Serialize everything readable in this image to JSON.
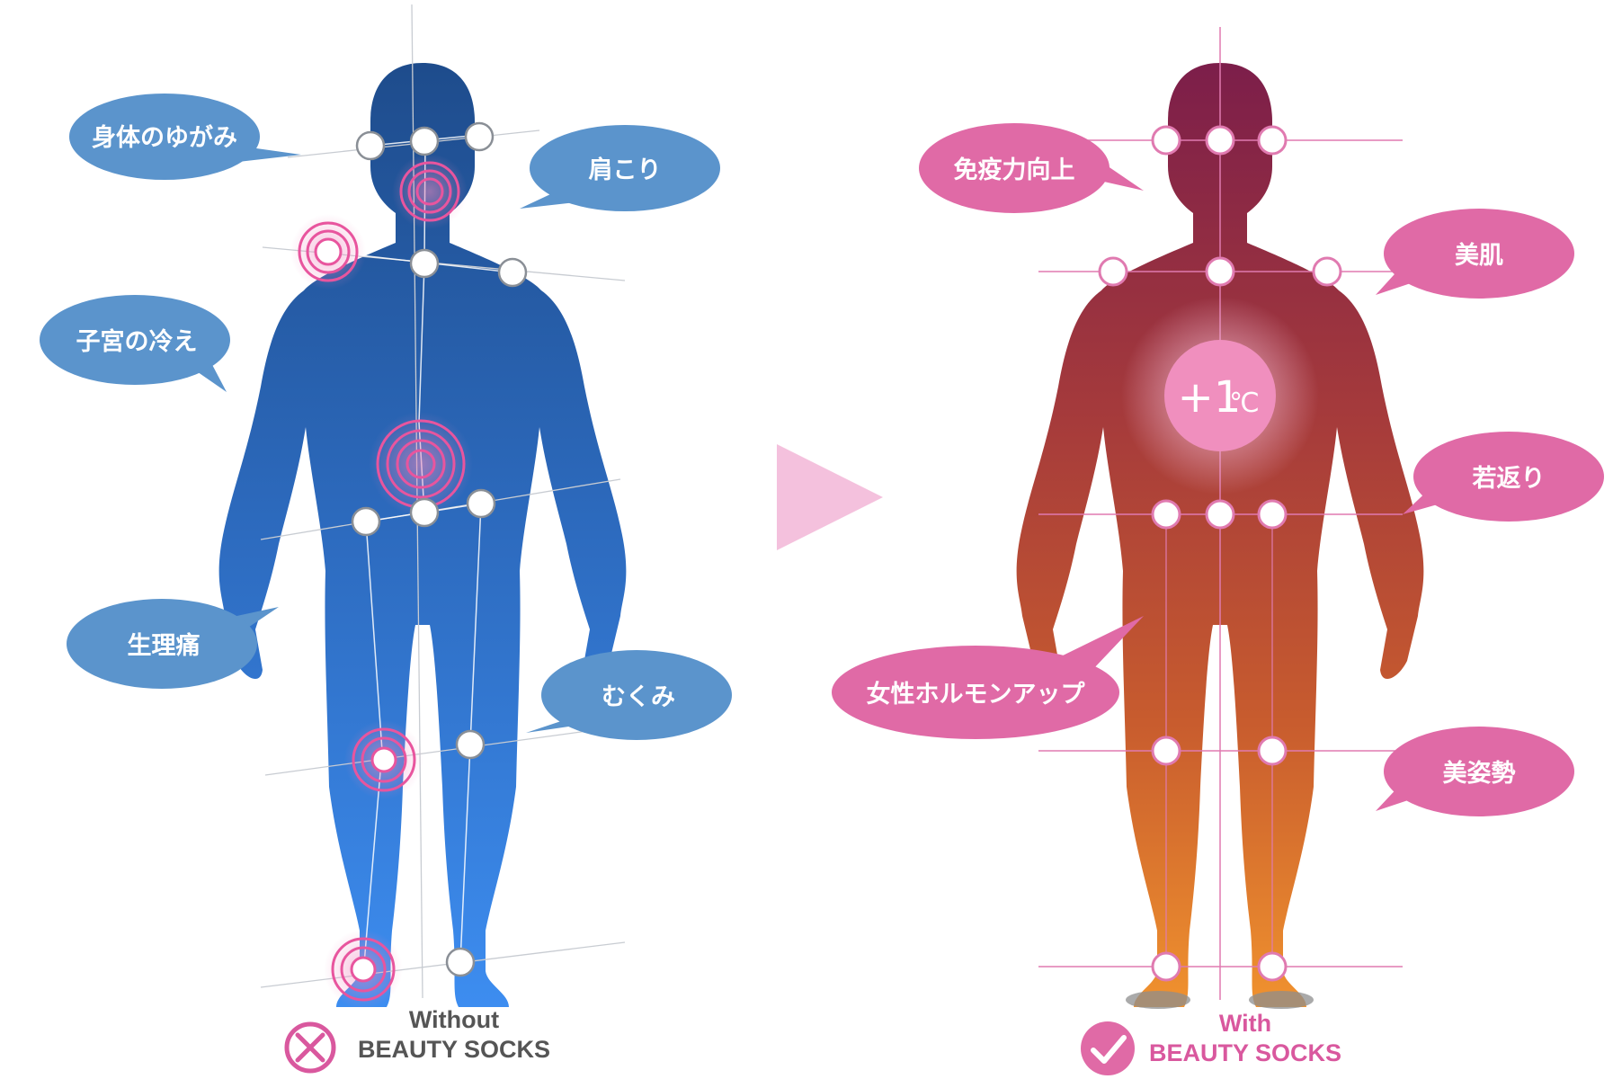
{
  "left": {
    "bubbles": [
      "身体のゆがみ",
      "肩こり",
      "子宮の冷え",
      "生理痛",
      "むくみ"
    ],
    "caption_line1": "Without",
    "caption_line2": "BEAUTY SOCKS",
    "color": "#2e6cc0"
  },
  "right": {
    "bubbles": [
      "免疫力向上",
      "美肌",
      "若返り",
      "女性ホルモンアップ",
      "美姿勢"
    ],
    "temp_plus": "+1",
    "temp_unit": "℃",
    "caption_line1": "With",
    "caption_line2": "BEAUTY SOCKS",
    "color": "#d9589e"
  },
  "icons": {
    "left": "x-circle-icon",
    "right": "check-circle-icon",
    "arrow": "arrow-right-icon"
  }
}
